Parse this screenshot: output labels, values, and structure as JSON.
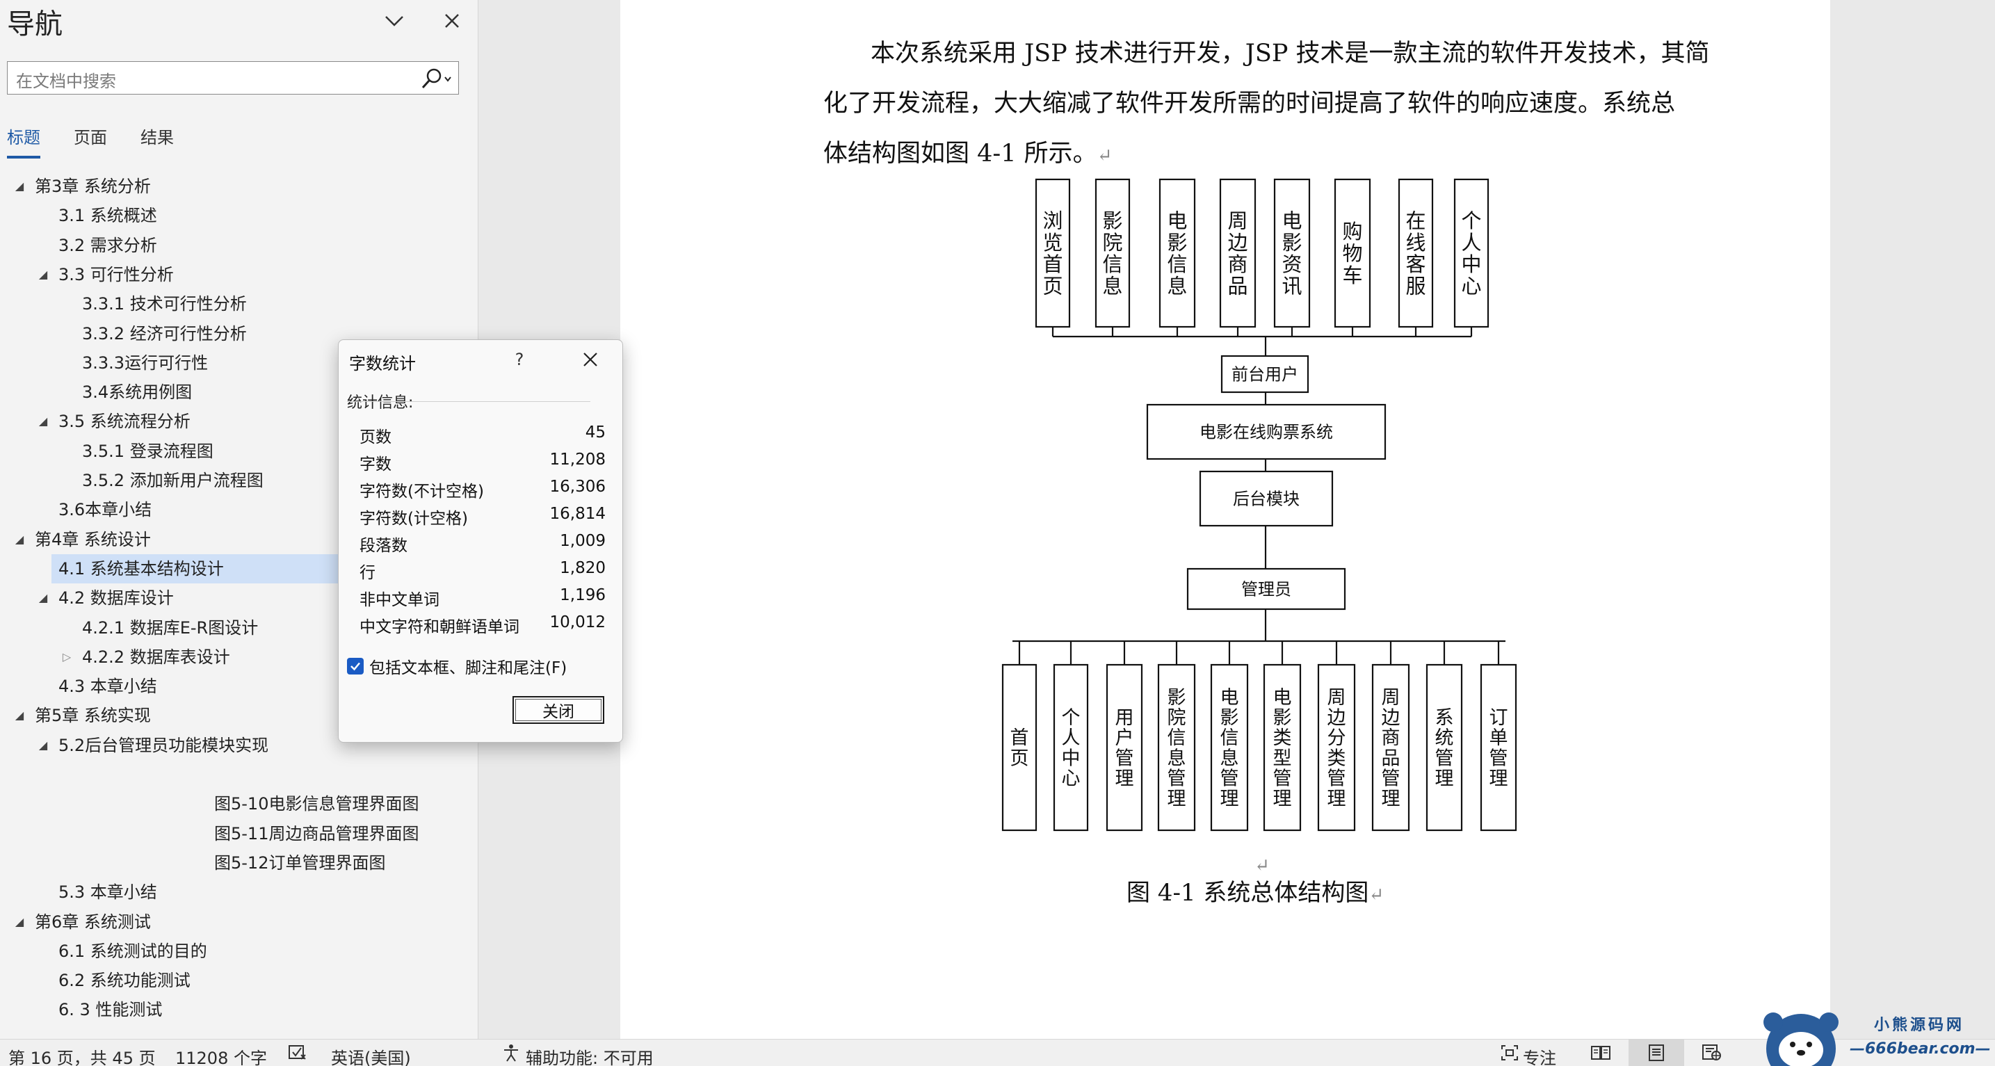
{
  "nav": {
    "title": "导航",
    "search_placeholder": "在文档中搜索",
    "tabs": [
      {
        "label": "标题",
        "active": true
      },
      {
        "label": "页面",
        "active": false
      },
      {
        "label": "结果",
        "active": false
      }
    ],
    "tree": [
      {
        "label": "第3章 系统分析",
        "level": 0,
        "arrow": "expanded"
      },
      {
        "label": "3.1 系统概述",
        "level": 1,
        "arrow": "none"
      },
      {
        "label": "3.2 需求分析",
        "level": 1,
        "arrow": "none"
      },
      {
        "label": "3.3 可行性分析",
        "level": 1,
        "arrow": "expanded"
      },
      {
        "label": "3.3.1 技术可行性分析",
        "level": 2,
        "arrow": "none"
      },
      {
        "label": "3.3.2 经济可行性分析",
        "level": 2,
        "arrow": "none"
      },
      {
        "label": "3.3.3运行可行性",
        "level": 2,
        "arrow": "none"
      },
      {
        "label": "3.4系统用例图",
        "level": 2,
        "arrow": "none"
      },
      {
        "label": "3.5 系统流程分析",
        "level": 1,
        "arrow": "expanded"
      },
      {
        "label": "3.5.1 登录流程图",
        "level": 2,
        "arrow": "none"
      },
      {
        "label": "3.5.2 添加新用户流程图",
        "level": 2,
        "arrow": "none"
      },
      {
        "label": "3.6本章小结",
        "level": 1,
        "arrow": "none"
      },
      {
        "label": "第4章 系统设计",
        "level": 0,
        "arrow": "expanded"
      },
      {
        "label": "4.1 系统基本结构设计",
        "level": 1,
        "arrow": "none",
        "selected": true
      },
      {
        "label": "4.2 数据库设计",
        "level": 1,
        "arrow": "expanded"
      },
      {
        "label": "4.2.1 数据库E-R图设计",
        "level": 2,
        "arrow": "none"
      },
      {
        "label": "4.2.2 数据库表设计",
        "level": 2,
        "arrow": "collapsed"
      },
      {
        "label": "4.3 本章小结",
        "level": 1,
        "arrow": "none"
      },
      {
        "label": "第5章 系统实现",
        "level": 0,
        "arrow": "expanded"
      },
      {
        "label": "5.2后台管理员功能模块实现",
        "level": 1,
        "arrow": "expanded"
      },
      {
        "label": "",
        "level": 4,
        "arrow": "none"
      },
      {
        "label": "图5-10电影信息管理界面图",
        "level": 4,
        "arrow": "none"
      },
      {
        "label": "图5-11周边商品管理界面图",
        "level": 4,
        "arrow": "none"
      },
      {
        "label": "图5-12订单管理界面图",
        "level": 4,
        "arrow": "none"
      },
      {
        "label": "5.3 本章小结",
        "level": 1,
        "arrow": "none"
      },
      {
        "label": "第6章 系统测试",
        "level": 0,
        "arrow": "expanded"
      },
      {
        "label": "6.1 系统测试的目的",
        "level": 1,
        "arrow": "none"
      },
      {
        "label": "6.2 系统功能测试",
        "level": 1,
        "arrow": "none"
      },
      {
        "label": "6. 3 性能测试",
        "level": 1,
        "arrow": "none"
      }
    ]
  },
  "document": {
    "paragraph_lines": [
      "本次系统采用 JSP 技术进行开发，JSP 技术是一款主流的软件开发技术，其简",
      "化了开发流程，大大缩减了软件开发所需的时间提高了软件的响应速度。系统总",
      "体结构图如图 4-1 所示。"
    ],
    "para_mark": "↵",
    "figure_caption": "图 4-1    系统总体结构图"
  },
  "diagram": {
    "top_modules": [
      "浏览首页",
      "影院信息",
      "电影信息",
      "周边商品",
      "电影资讯",
      "购物车",
      "在线客服",
      "个人中心"
    ],
    "front_user": "前台用户",
    "system": "电影在线购票系统",
    "backend": "后台模块",
    "admin": "管理员",
    "bottom_modules": [
      "首页",
      "个人中心",
      "用户管理",
      "影院信息管理",
      "电影信息管理",
      "电影类型管理",
      "周边分类管理",
      "周边商品管理",
      "系统管理",
      "订单管理"
    ]
  },
  "dialog": {
    "title": "字数统计",
    "help": "?",
    "section_label": "统计信息:",
    "stats": [
      {
        "label": "页数",
        "value": "45"
      },
      {
        "label": "字数",
        "value": "11,208"
      },
      {
        "label": "字符数(不计空格)",
        "value": "16,306"
      },
      {
        "label": "字符数(计空格)",
        "value": "16,814"
      },
      {
        "label": "段落数",
        "value": "1,009"
      },
      {
        "label": "行",
        "value": "1,820"
      },
      {
        "label": "非中文单词",
        "value": "1,196"
      },
      {
        "label": "中文字符和朝鲜语单词",
        "value": "10,012"
      }
    ],
    "checkbox_label": "包括文本框、脚注和尾注(F)",
    "checkbox_checked": true,
    "close_button": "关闭"
  },
  "status_bar": {
    "page_info": "第 16 页，共 45 页",
    "word_count": "11208 个字",
    "language": "英语(美国)",
    "accessibility": "辅助功能: 不可用",
    "focus": "专注"
  },
  "watermark": {
    "title": "小熊源码网",
    "url": "—666bear.com—"
  },
  "colors": {
    "accent": "#1f5aa6",
    "selection": "#cfe0f7",
    "checkbox": "#1a5bc4"
  }
}
